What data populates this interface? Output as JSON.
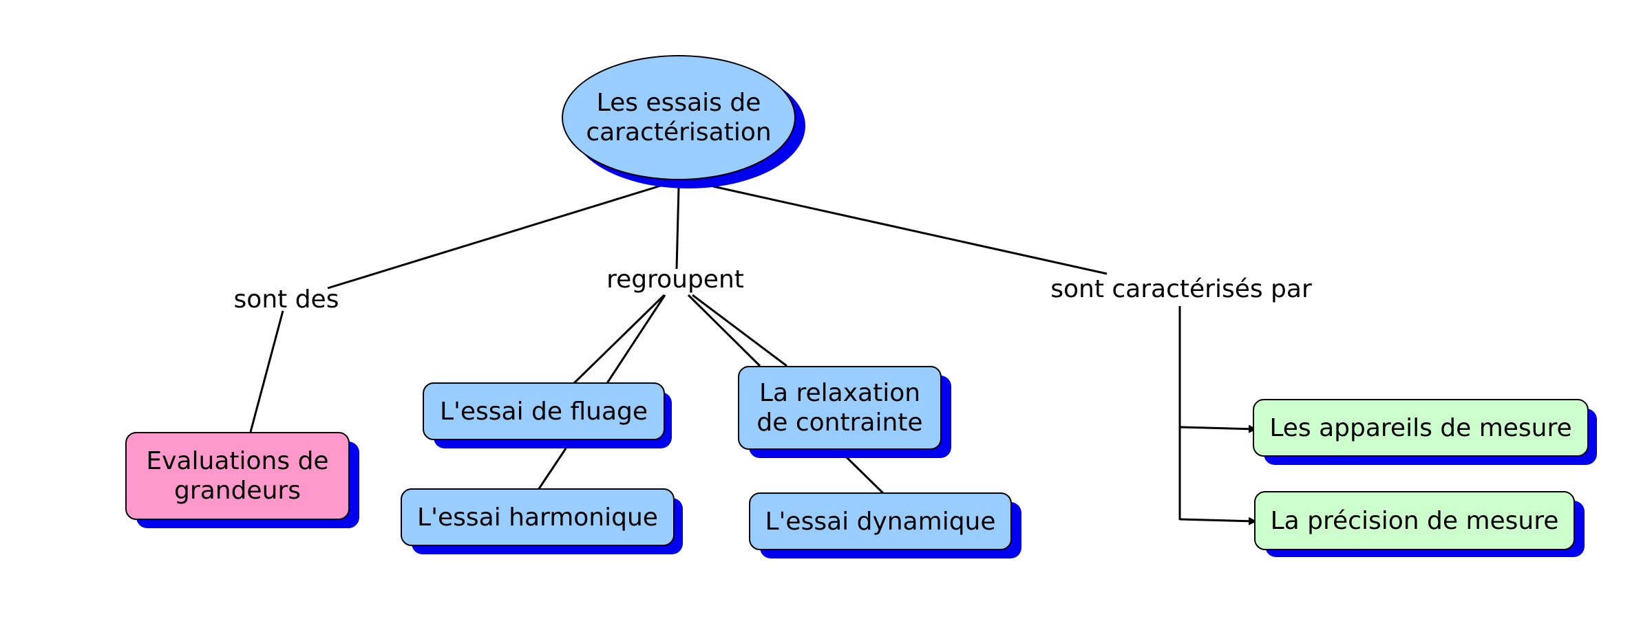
{
  "root": "Les essais de caractérisation",
  "links": {
    "sont_des": "sont des",
    "regroupent": "regroupent",
    "caracterises": "sont caractérisés par"
  },
  "concepts": {
    "evaluations": "Evaluations de grandeurs",
    "fluage": "L'essai de fluage",
    "harmonique": "L'essai harmonique",
    "relaxation": "La relaxation de contrainte",
    "dynamique": "L'essai dynamique",
    "appareils": "Les appareils de mesure",
    "precision": "La précision de mesure"
  },
  "colors": {
    "blue_fill": "#99ccff",
    "pink_fill": "#ff99cc",
    "green_fill": "#ccffcc",
    "shadow": "#0000ee"
  }
}
